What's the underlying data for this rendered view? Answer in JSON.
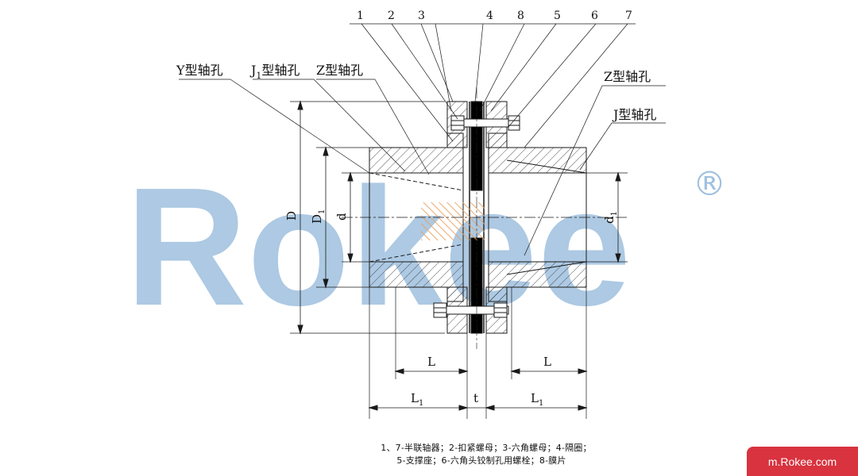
{
  "watermark": {
    "brand": "Rokee",
    "registered_mark": "®",
    "color": "#9fc0df"
  },
  "part_numbers": [
    "1",
    "2",
    "3",
    "4",
    "8",
    "5",
    "6",
    "7"
  ],
  "labels": {
    "bore_y": "Y型轴孔",
    "bore_j1_main": "J",
    "bore_j1_sub": "1",
    "bore_j1_tail": "型轴孔",
    "bore_z_left": "Z型轴孔",
    "bore_z_right": "Z型轴孔",
    "bore_j_right": "J型轴孔"
  },
  "dimensions": {
    "D": "D",
    "D1_main": "D",
    "D1_sub": "1",
    "d": "d",
    "d1_main": "d",
    "d1_sub": "1",
    "L_left": "L",
    "L_right": "L",
    "L1_left_main": "L",
    "L1_left_sub": "1",
    "L1_right_main": "L",
    "L1_right_sub": "1",
    "t": "t"
  },
  "caption": {
    "line1": "1、7-半联轴器；2-扣紧螺母；3-六角螺母；4-隔圈；",
    "line2": "5-支撑座；6-六角头铰制孔用螺栓；8-膜片"
  },
  "site_link": "m.Rokee.com",
  "colors": {
    "line": "#1a1a1a",
    "diaphragm": "#000000",
    "badge": "#d8333f",
    "accent_hatch": "#e8a060"
  }
}
